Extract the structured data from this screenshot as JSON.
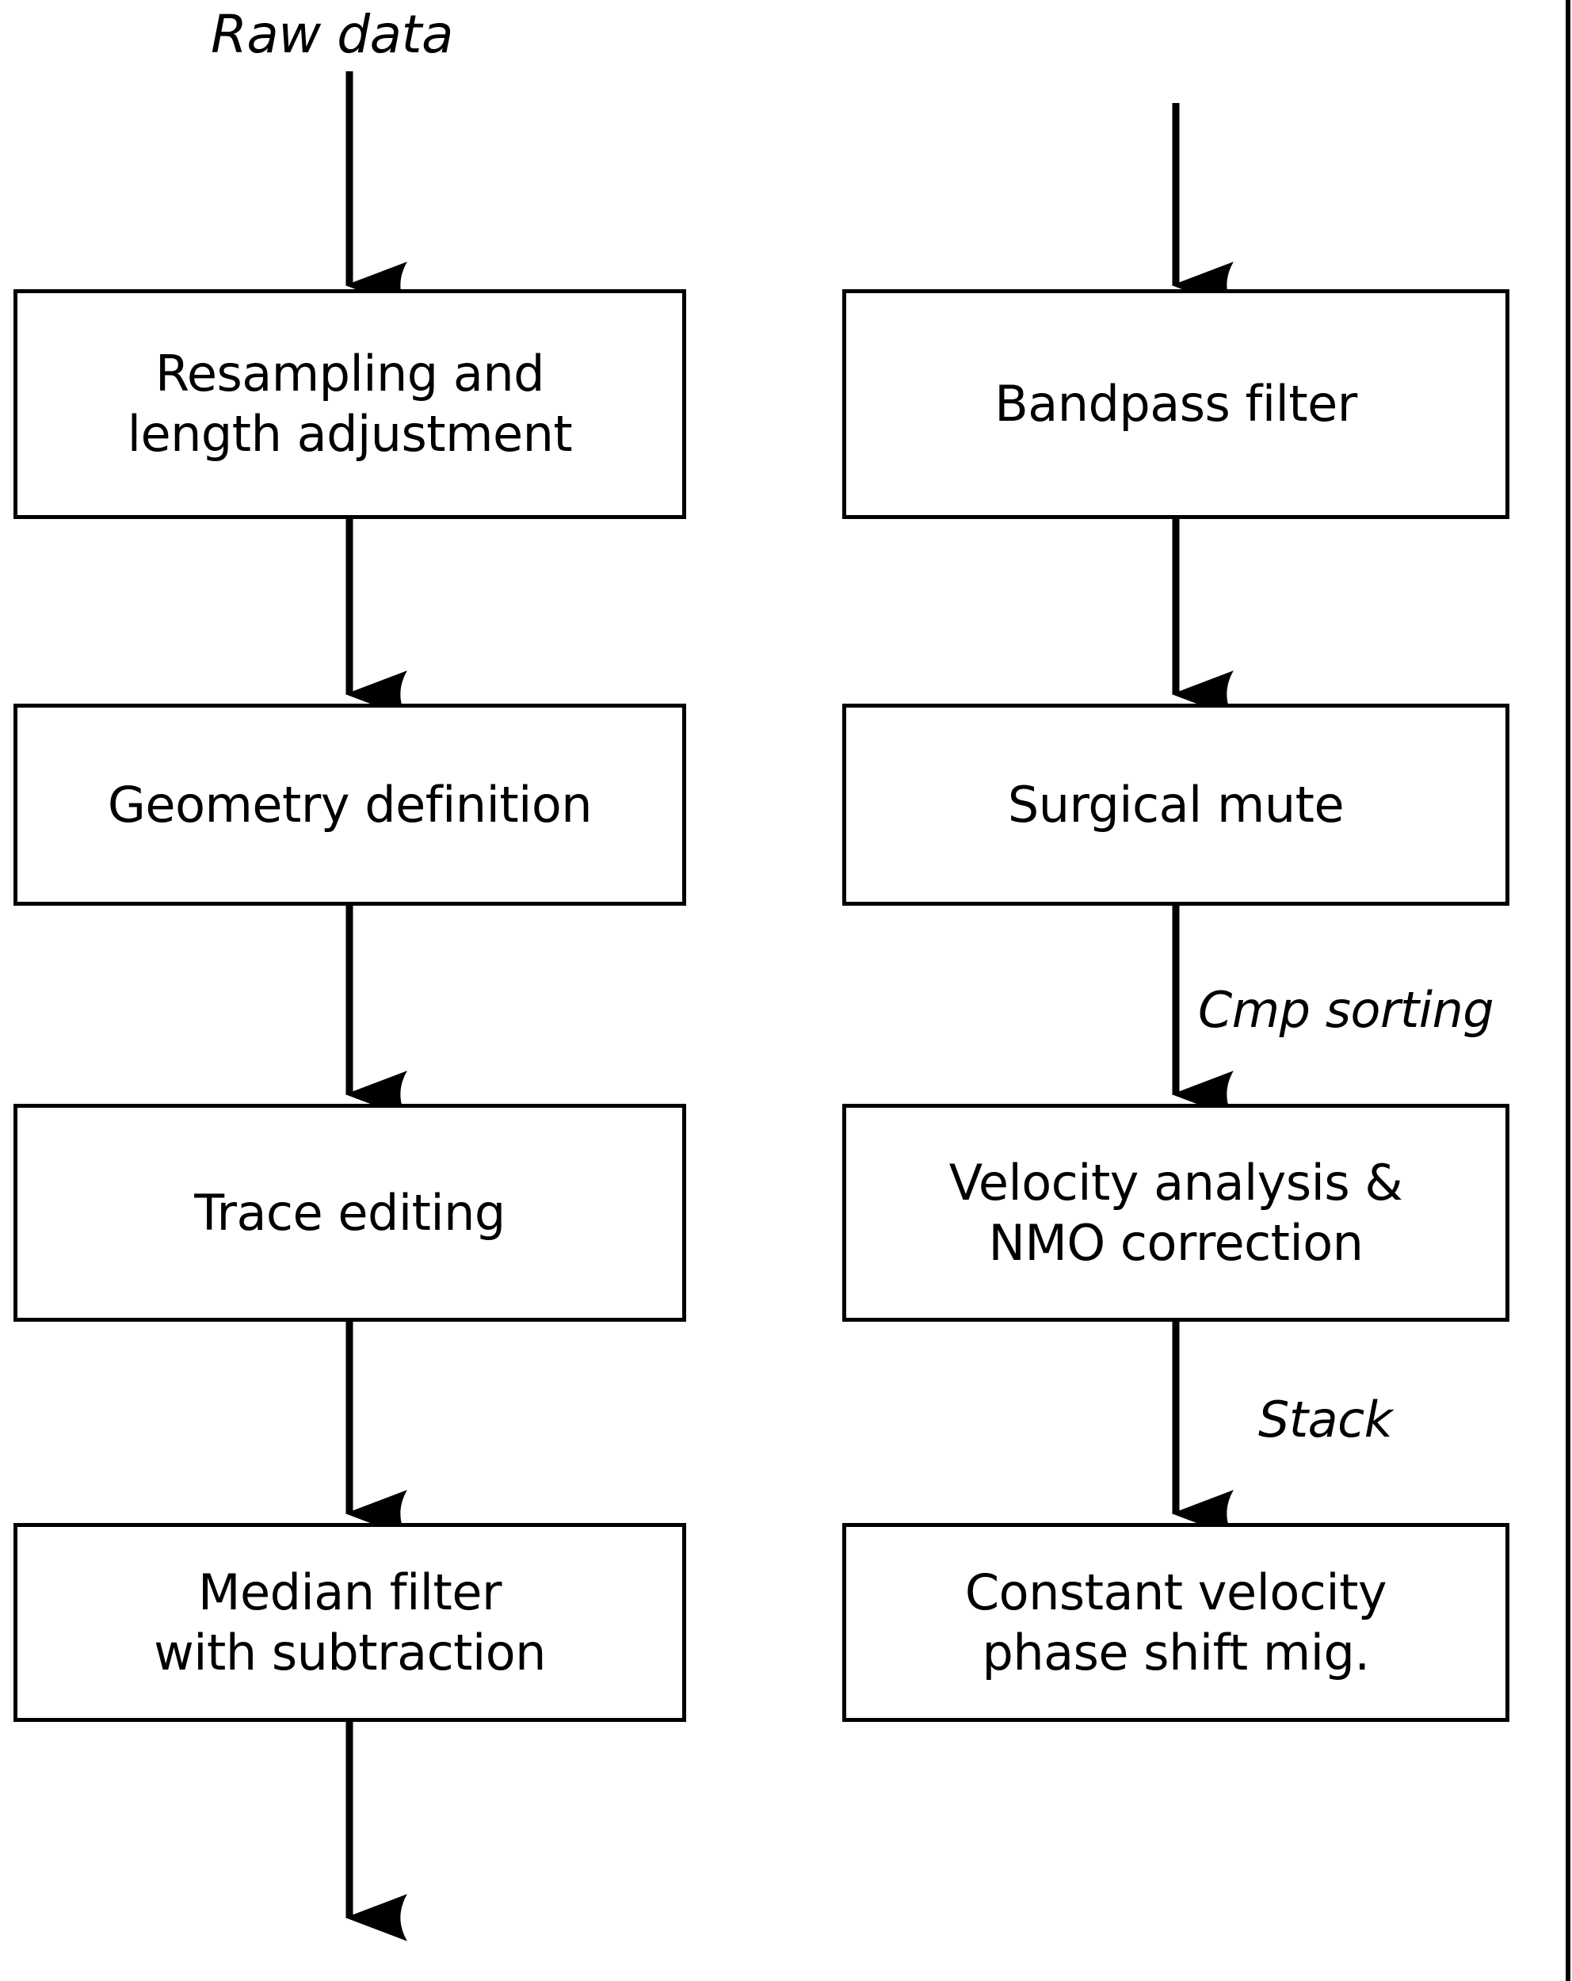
{
  "diagram": {
    "title_label": "Raw data",
    "columns": [
      {
        "name": "left-column",
        "nodes": [
          {
            "id": "resampling",
            "label": "Resampling and\nlength adjustment"
          },
          {
            "id": "geometry",
            "label": "Geometry definition"
          },
          {
            "id": "trace-editing",
            "label": "Trace editing"
          },
          {
            "id": "median-filter",
            "label": "Median filter\nwith subtraction"
          }
        ],
        "edge_labels": []
      },
      {
        "name": "right-column",
        "nodes": [
          {
            "id": "bandpass",
            "label": "Bandpass filter"
          },
          {
            "id": "surgical-mute",
            "label": "Surgical mute"
          },
          {
            "id": "velocity-nmo",
            "label": "Velocity analysis &\nNMO correction"
          },
          {
            "id": "phase-shift-mig",
            "label": "Constant velocity\nphase shift mig."
          }
        ],
        "edge_labels": [
          {
            "id": "cmp-sorting",
            "label": "Cmp sorting"
          },
          {
            "id": "stack",
            "label": "Stack"
          }
        ]
      }
    ],
    "colors": {
      "stroke": "#000000",
      "fill": "#ffffff",
      "text": "#000000"
    }
  }
}
